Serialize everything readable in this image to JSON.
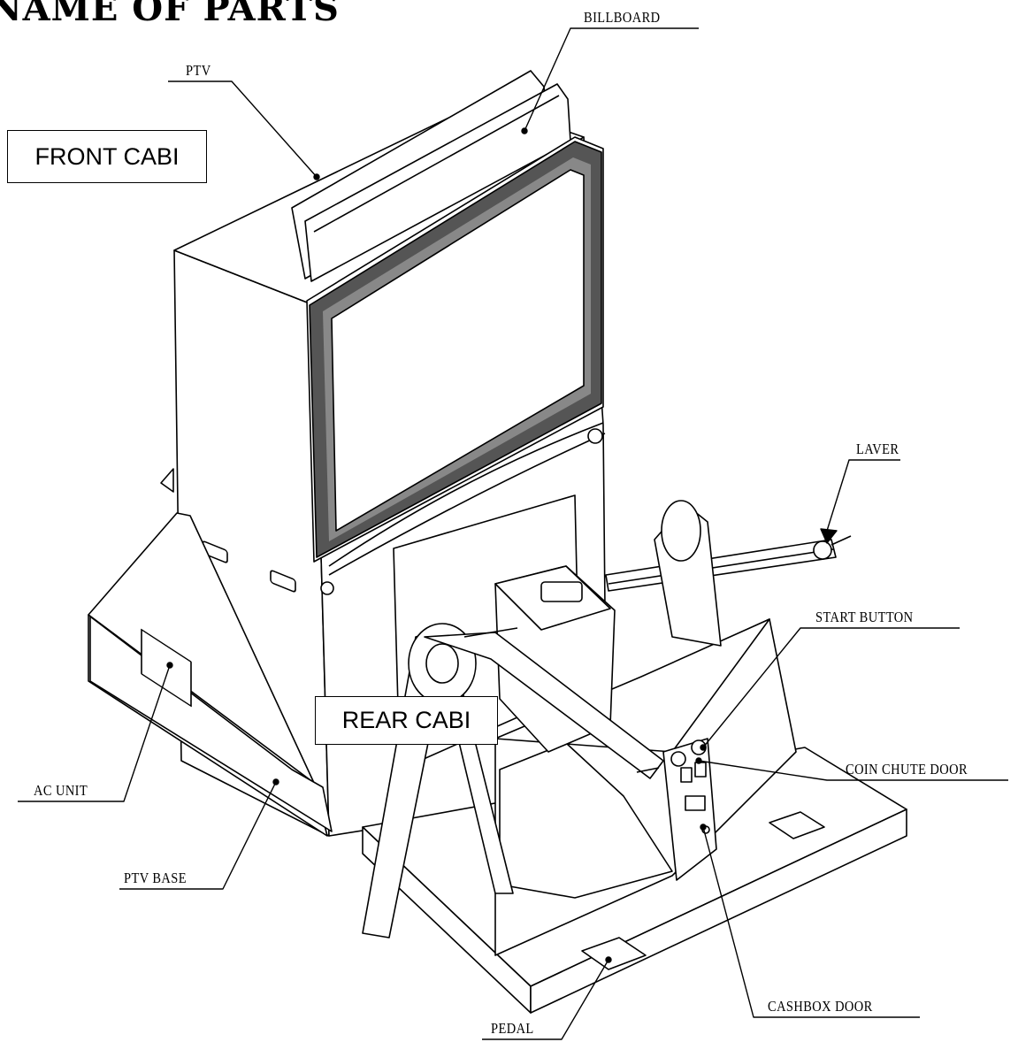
{
  "heading": "NAME OF PARTS",
  "boxes": {
    "front_cabi": "FRONT CABI",
    "rear_cabi": "REAR CABI"
  },
  "callouts": {
    "billboard": "BILLBOARD",
    "ptv": "PTV",
    "laver": "LAVER",
    "start_button": "START BUTTON",
    "coin_chute_door": "COIN CHUTE DOOR",
    "ac_unit": "AC UNIT",
    "ptv_base": "PTV BASE",
    "pedal": "PEDAL",
    "cashbox_door": "CASHBOX DOOR"
  },
  "colors": {
    "ink": "#000000",
    "paper": "#ffffff",
    "screen_frame": "#555555"
  }
}
